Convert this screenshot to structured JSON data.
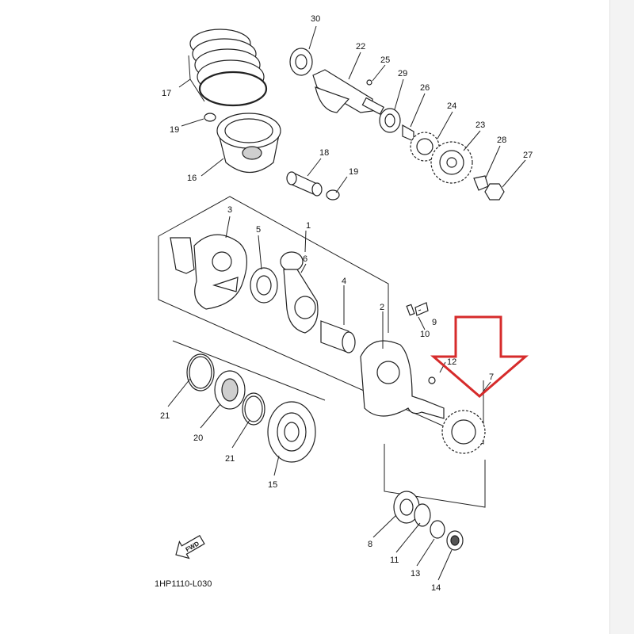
{
  "diagram": {
    "code": "1HP1110-L030",
    "fwd_label": "FWD",
    "callout_labels": [
      "1",
      "2",
      "3",
      "4",
      "5",
      "6",
      "7",
      "8",
      "9",
      "10",
      "11",
      "12",
      "13",
      "14",
      "15",
      "16",
      "17",
      "18",
      "19",
      "19",
      "20",
      "21",
      "21",
      "22",
      "23",
      "24",
      "25",
      "26",
      "27",
      "28",
      "29",
      "30"
    ],
    "highlight_color": "#d62b2b",
    "line_color": "#222222"
  }
}
